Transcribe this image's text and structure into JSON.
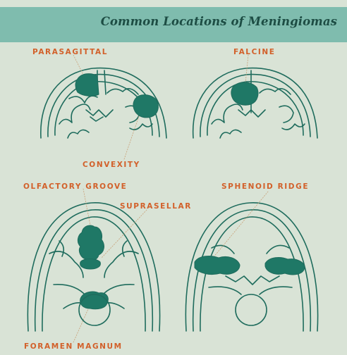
{
  "title": "Common Locations of Meningiomas",
  "labels": {
    "parasagittal": "PARASAGITTAL",
    "falcine": "FALCINE",
    "convexity": "CONVEXITY",
    "olfactory_groove": "OLFACTORY GROOVE",
    "sphenoid_ridge": "SPHENOID RIDGE",
    "suprasellar": "SUPRASELLAR",
    "foramen_magnum": "FORAMEN MAGNUM"
  },
  "colors": {
    "background": "#d9e3d6",
    "title_bar": "#7fbcae",
    "title_text": "#1d4d44",
    "label_text": "#d2602a",
    "tumor": "#1f7866",
    "line": "#1f6c5d"
  }
}
